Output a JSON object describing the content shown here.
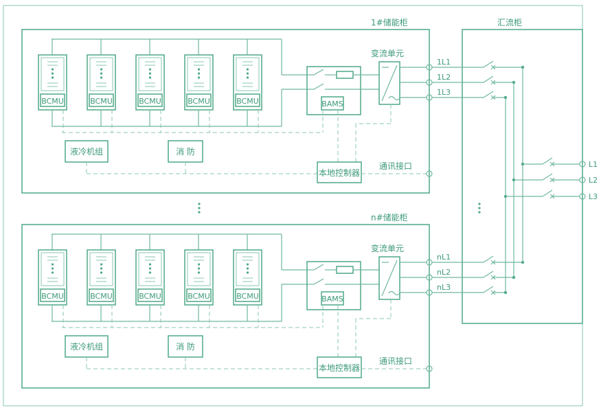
{
  "cabinets": [
    {
      "title": "1#储能柜",
      "bcmu_label": "BCMU",
      "bams_label": "BAMS",
      "converter_label": "变流单元",
      "liquid_cooling_label": "液冷机组",
      "fire_label": "消 防",
      "local_controller_label": "本地控制器",
      "comm_interface_label": "通讯接口",
      "phase_labels": [
        "1L1",
        "1L2",
        "1L3"
      ]
    },
    {
      "title": "n#储能柜",
      "bcmu_label": "BCMU",
      "bams_label": "BAMS",
      "converter_label": "变流单元",
      "liquid_cooling_label": "液冷机组",
      "fire_label": "消 防",
      "local_controller_label": "本地控制器",
      "comm_interface_label": "通讯接口",
      "phase_labels": [
        "nL1",
        "nL2",
        "nL3"
      ]
    }
  ],
  "combiner": {
    "title": "汇流柜",
    "output_labels": [
      "L1",
      "L2",
      "L3"
    ]
  }
}
